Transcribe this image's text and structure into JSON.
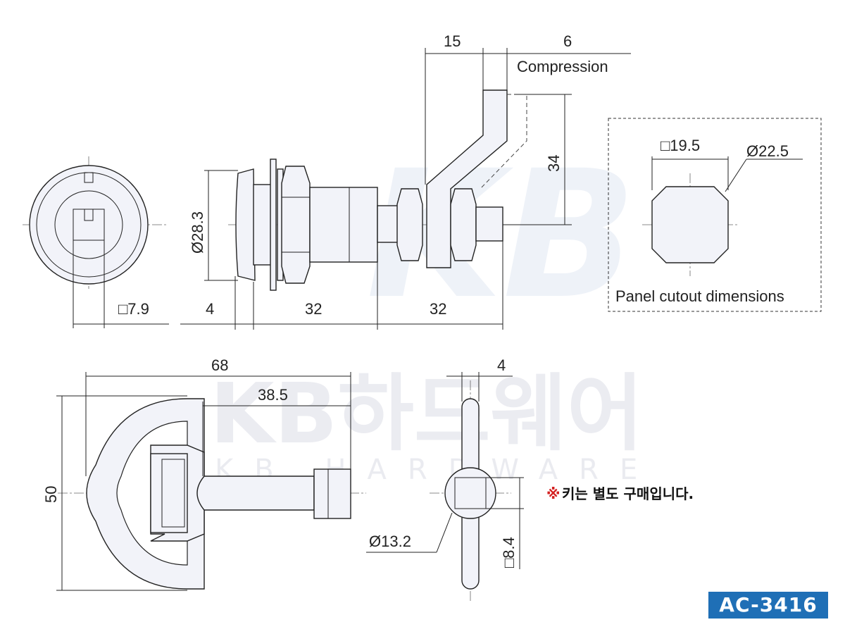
{
  "watermark": {
    "logo_mark": "KB",
    "brand_korean": "KB하드웨어",
    "brand_english": "KB HARDWARE"
  },
  "dimensions": {
    "top_15": "15",
    "top_6": "6",
    "compression": "Compression",
    "height_34": "34",
    "dia_28_3": "Ø28.3",
    "sq_7_9": "□7.9",
    "len_4": "4",
    "len_32a": "32",
    "len_32b": "32",
    "cutout_sq": "□19.5",
    "cutout_dia": "Ø22.5",
    "key_68": "68",
    "key_38_5": "38.5",
    "key_4": "4",
    "key_50": "50",
    "key_dia_13_2": "Ø13.2",
    "key_sq_8_4": "□8.4"
  },
  "cutout_label": "Panel cutout dimensions",
  "note": {
    "mark": "※",
    "text": "키는 별도 구매입니다."
  },
  "part_number": "AC-3416",
  "colors": {
    "badge": "#1f6fb6",
    "note_mark": "#d42020",
    "part_fill": "#f2f3f9"
  }
}
